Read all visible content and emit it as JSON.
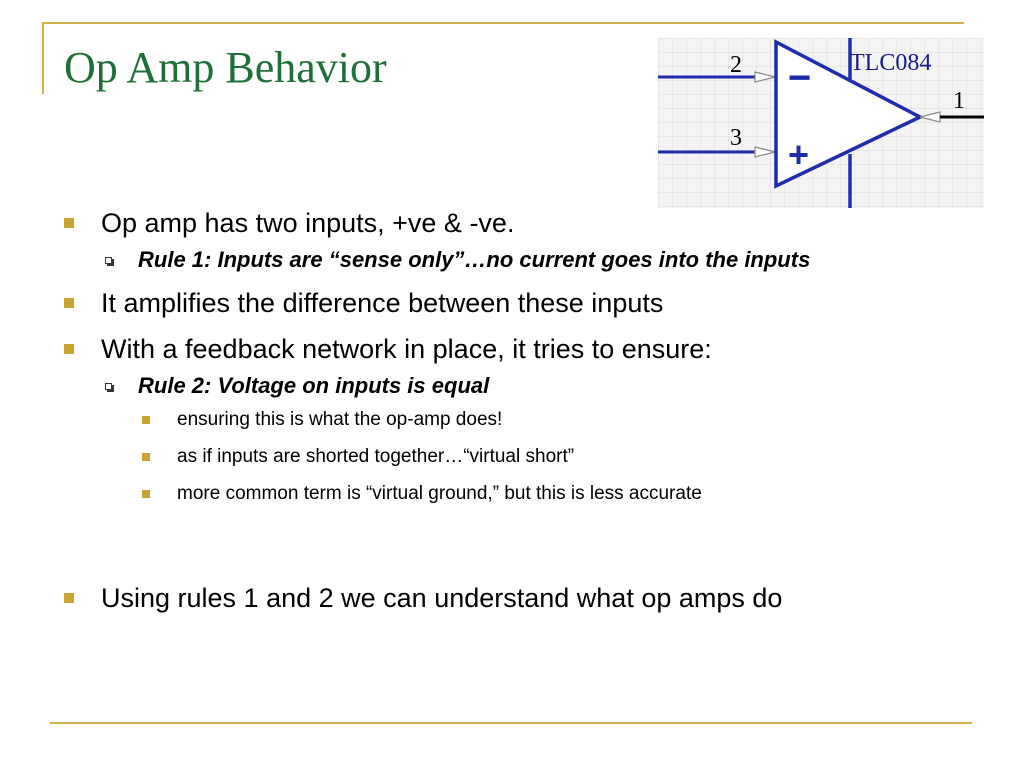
{
  "slide": {
    "title": "Op Amp Behavior",
    "colors": {
      "title": "#1f6f3a",
      "accent": "#d1b24b",
      "bullet": "#c9a634",
      "wire": "#1f2cae"
    }
  },
  "schematic": {
    "part_name": "TLC084",
    "pin_inverting": "2",
    "pin_noninverting": "3",
    "pin_output": "1",
    "minus_sign": "−",
    "plus_sign": "+"
  },
  "bullets": [
    {
      "text": "Op amp has two inputs, +ve & -ve.",
      "sub": [
        {
          "text": "Rule 1: Inputs are “sense only”…no current goes into the inputs"
        }
      ]
    },
    {
      "text": "It amplifies the difference between these inputs"
    },
    {
      "text": "With a feedback network in place, it tries to ensure:",
      "sub": [
        {
          "text": "Rule 2: Voltage on inputs is equal",
          "sub": [
            "ensuring this is what the op-amp does!",
            "as if inputs are shorted together…“virtual short”",
            "more common term is “virtual ground,” but this is less accurate"
          ]
        }
      ]
    },
    {
      "text": "Using rules 1 and 2 we can understand what op amps do"
    }
  ]
}
